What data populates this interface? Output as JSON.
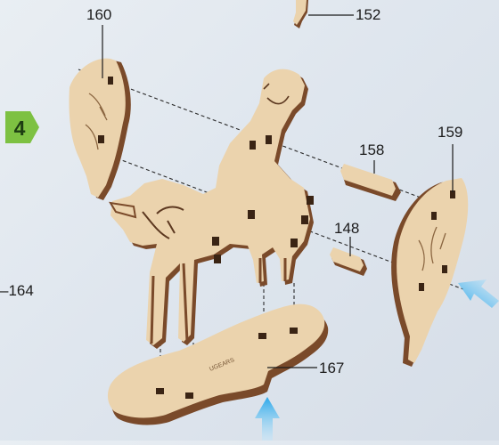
{
  "step": {
    "number": "4",
    "color": "#7dc142"
  },
  "labels": {
    "p160": "160",
    "p152": "152",
    "p159": "159",
    "p158": "158",
    "p148": "148",
    "p164": "164",
    "p167": "167",
    "brand": "UGEARS"
  },
  "colors": {
    "wood_face": "#ebd3ad",
    "wood_edge": "#7a4a2a",
    "arrow": "#46b7ee",
    "leader": "#1b1b1b"
  }
}
